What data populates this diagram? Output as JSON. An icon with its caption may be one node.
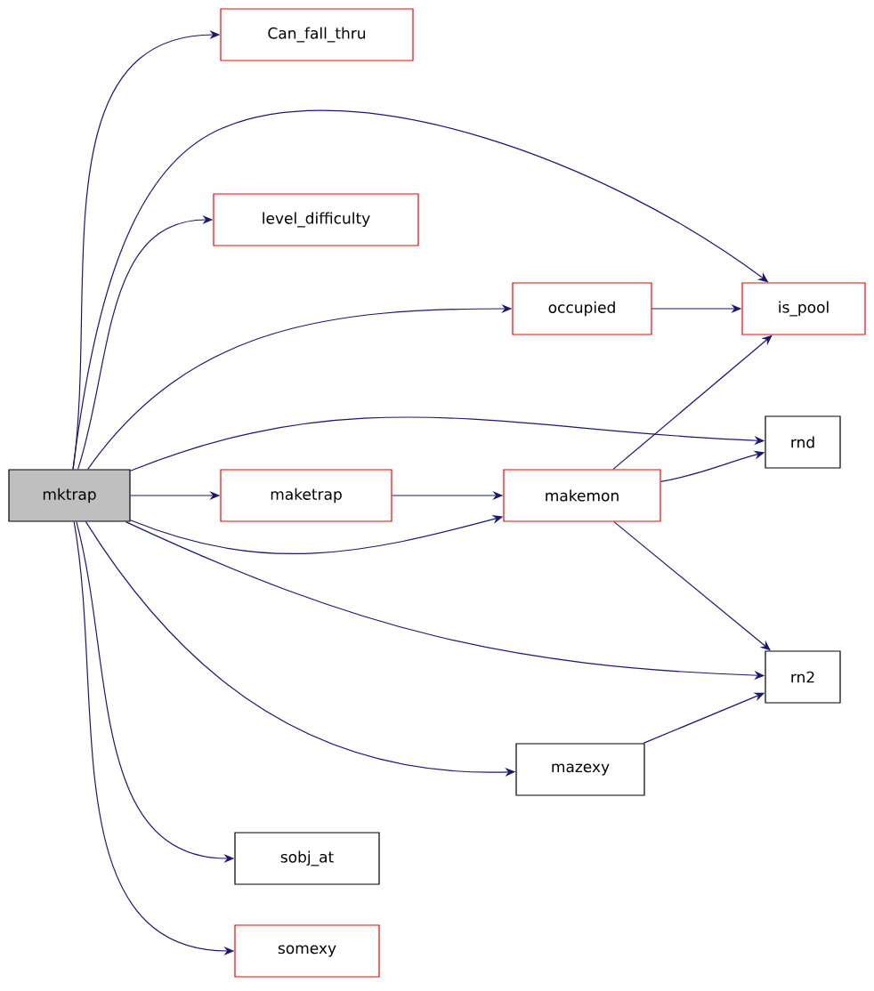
{
  "diagram": {
    "nodes": [
      {
        "text": [
          "mktrap"
        ]
      },
      {
        "text": [
          "Can_fall_thru"
        ]
      },
      {
        "text": [
          "level_difficulty"
        ]
      },
      {
        "text": [
          "occupied"
        ]
      },
      {
        "text": [
          "is_pool"
        ]
      },
      {
        "text": [
          "rnd"
        ]
      },
      {
        "text": [
          "maketrap"
        ]
      },
      {
        "text": [
          "makemon"
        ]
      },
      {
        "text": [
          "rn2"
        ]
      },
      {
        "text": [
          "mazexy"
        ]
      },
      {
        "text": [
          "sobj_at"
        ]
      },
      {
        "text": [
          "somexy"
        ]
      }
    ],
    "edges": [
      {
        "from": 0,
        "to": 1,
        "arrow": "to"
      },
      {
        "from": 0,
        "to": 4,
        "arrow": "to"
      },
      {
        "from": 0,
        "to": 2,
        "arrow": "to"
      },
      {
        "from": 0,
        "to": 3,
        "arrow": "to"
      },
      {
        "from": 3,
        "to": 4,
        "arrow": "to"
      },
      {
        "from": 0,
        "to": 5,
        "arrow": "to"
      },
      {
        "from": 0,
        "to": 6,
        "arrow": "to"
      },
      {
        "from": 6,
        "to": 7,
        "arrow": "to"
      },
      {
        "from": 0,
        "to": 7,
        "arrow": "to"
      },
      {
        "from": 7,
        "to": 4,
        "arrow": "to"
      },
      {
        "from": 7,
        "to": 5,
        "arrow": "to"
      },
      {
        "from": 7,
        "to": 8,
        "arrow": "to"
      },
      {
        "from": 0,
        "to": 8,
        "arrow": "to"
      },
      {
        "from": 0,
        "to": 9,
        "arrow": "to"
      },
      {
        "from": 9,
        "to": 8,
        "arrow": "to"
      },
      {
        "from": 0,
        "to": 10,
        "arrow": "to"
      },
      {
        "from": 0,
        "to": 11,
        "arrow": "to"
      }
    ]
  }
}
